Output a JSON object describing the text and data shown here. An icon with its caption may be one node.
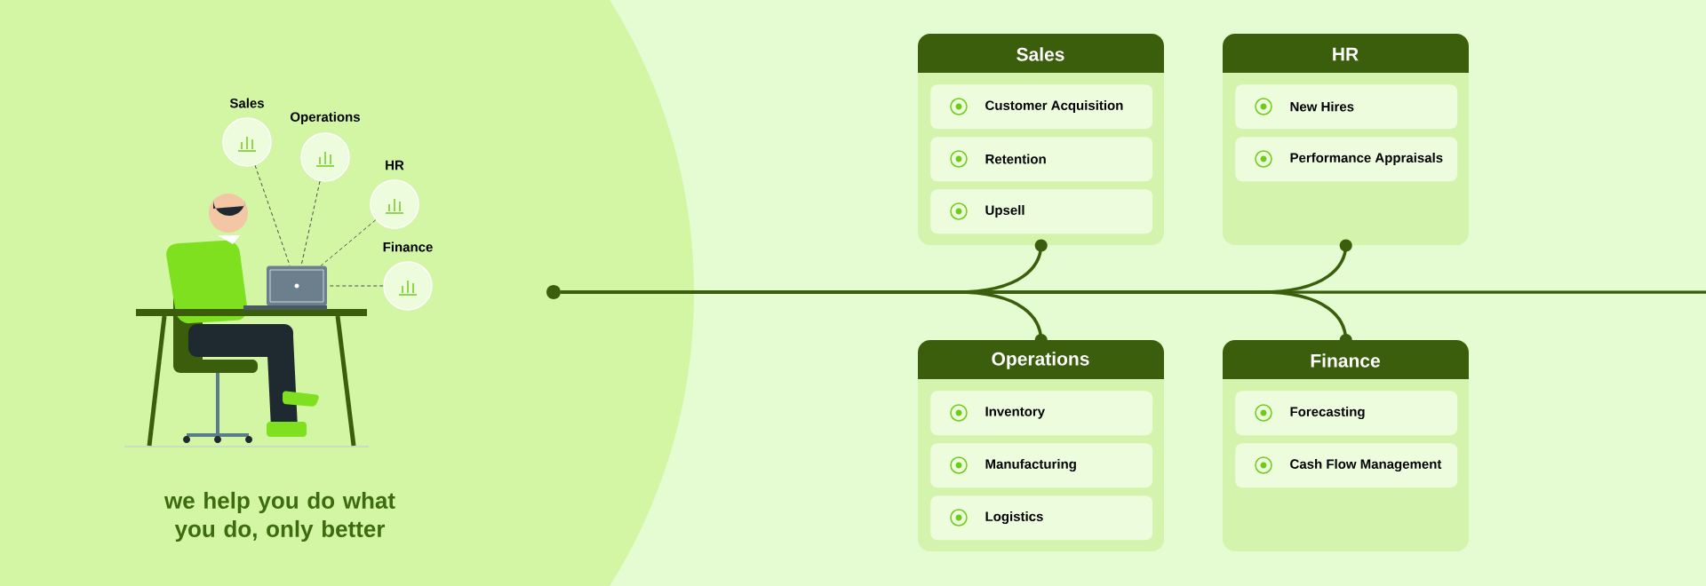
{
  "diagram": {
    "nodes": [
      {
        "text": [
          "Sales"
        ]
      },
      {
        "text": [
          "Operations"
        ]
      },
      {
        "text": [
          "HR"
        ]
      },
      {
        "text": [
          "Finance"
        ]
      },
      {
        "text": [],
        "shape": "picture"
      },
      {
        "text": [],
        "shape": "circle"
      },
      {
        "text": [
          "Sales"
        ]
      },
      {
        "text": [
          "Customer Acquisition"
        ],
        "in": 6
      },
      {
        "text": [
          "Retention"
        ],
        "in": 6
      },
      {
        "text": [
          "Upsell"
        ],
        "in": 6
      },
      {
        "text": [
          "HR"
        ]
      },
      {
        "text": [
          "New Hires"
        ],
        "in": 10
      },
      {
        "text": [
          "Performance Appraisals"
        ],
        "in": 10
      },
      {
        "text": [
          "Operations"
        ]
      },
      {
        "text": [
          "Inventory"
        ],
        "in": 13
      },
      {
        "text": [
          "Manufacturing"
        ],
        "in": 13
      },
      {
        "text": [
          "Logistics"
        ],
        "in": 13
      },
      {
        "text": [
          "Finance"
        ]
      },
      {
        "text": [
          "Forecasting"
        ],
        "in": 17
      },
      {
        "text": [
          "Cash Flow Management"
        ],
        "in": 17
      }
    ],
    "edges": [
      {
        "from": 0,
        "to": 4,
        "arrow": "none",
        "style": "dashed"
      },
      {
        "from": 1,
        "to": 4,
        "arrow": "none",
        "style": "dashed"
      },
      {
        "from": 2,
        "to": 4,
        "arrow": "none",
        "style": "dashed"
      },
      {
        "from": 3,
        "to": 4,
        "arrow": "none",
        "style": "dashed"
      },
      {
        "from": 5,
        "to": null,
        "arrow": "none"
      },
      {
        "from": 5,
        "to": 6,
        "arrow": "other"
      },
      {
        "from": 5,
        "to": 13,
        "arrow": "other"
      },
      {
        "from": 5,
        "to": 10,
        "arrow": "other"
      },
      {
        "from": 5,
        "to": 17,
        "arrow": "other"
      }
    ],
    "labels": [
      "we help you do what you do, only better"
    ]
  }
}
